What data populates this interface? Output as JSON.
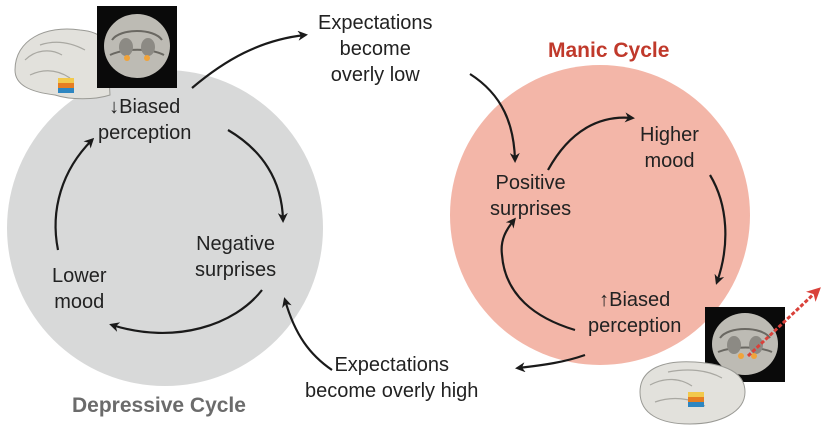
{
  "depressive_cycle": {
    "title": "Depressive Cycle",
    "nodes": {
      "biased_perception": {
        "arrow": "↓",
        "line1": "Biased",
        "line2": "perception"
      },
      "negative_surprises": {
        "line1": "Negative",
        "line2": "surprises"
      },
      "lower_mood": {
        "line1": "Lower",
        "line2": "mood"
      }
    },
    "circle_color": "#d8d9d9"
  },
  "manic_cycle": {
    "title": "Manic Cycle",
    "nodes": {
      "positive_surprises": {
        "line1": "Positive",
        "line2": "surprises"
      },
      "higher_mood": {
        "line1": "Higher",
        "line2": "mood"
      },
      "biased_perception": {
        "arrow": "↑",
        "line1": "Biased",
        "line2": "perception"
      }
    },
    "circle_color": "#f3b6a8",
    "title_color": "#c0392b"
  },
  "transitions": {
    "to_manic": {
      "line1": "Expectations",
      "line2": "become",
      "line3": "overly low"
    },
    "to_depressive": {
      "line1": "Expectations",
      "line2": "become overly high"
    }
  }
}
